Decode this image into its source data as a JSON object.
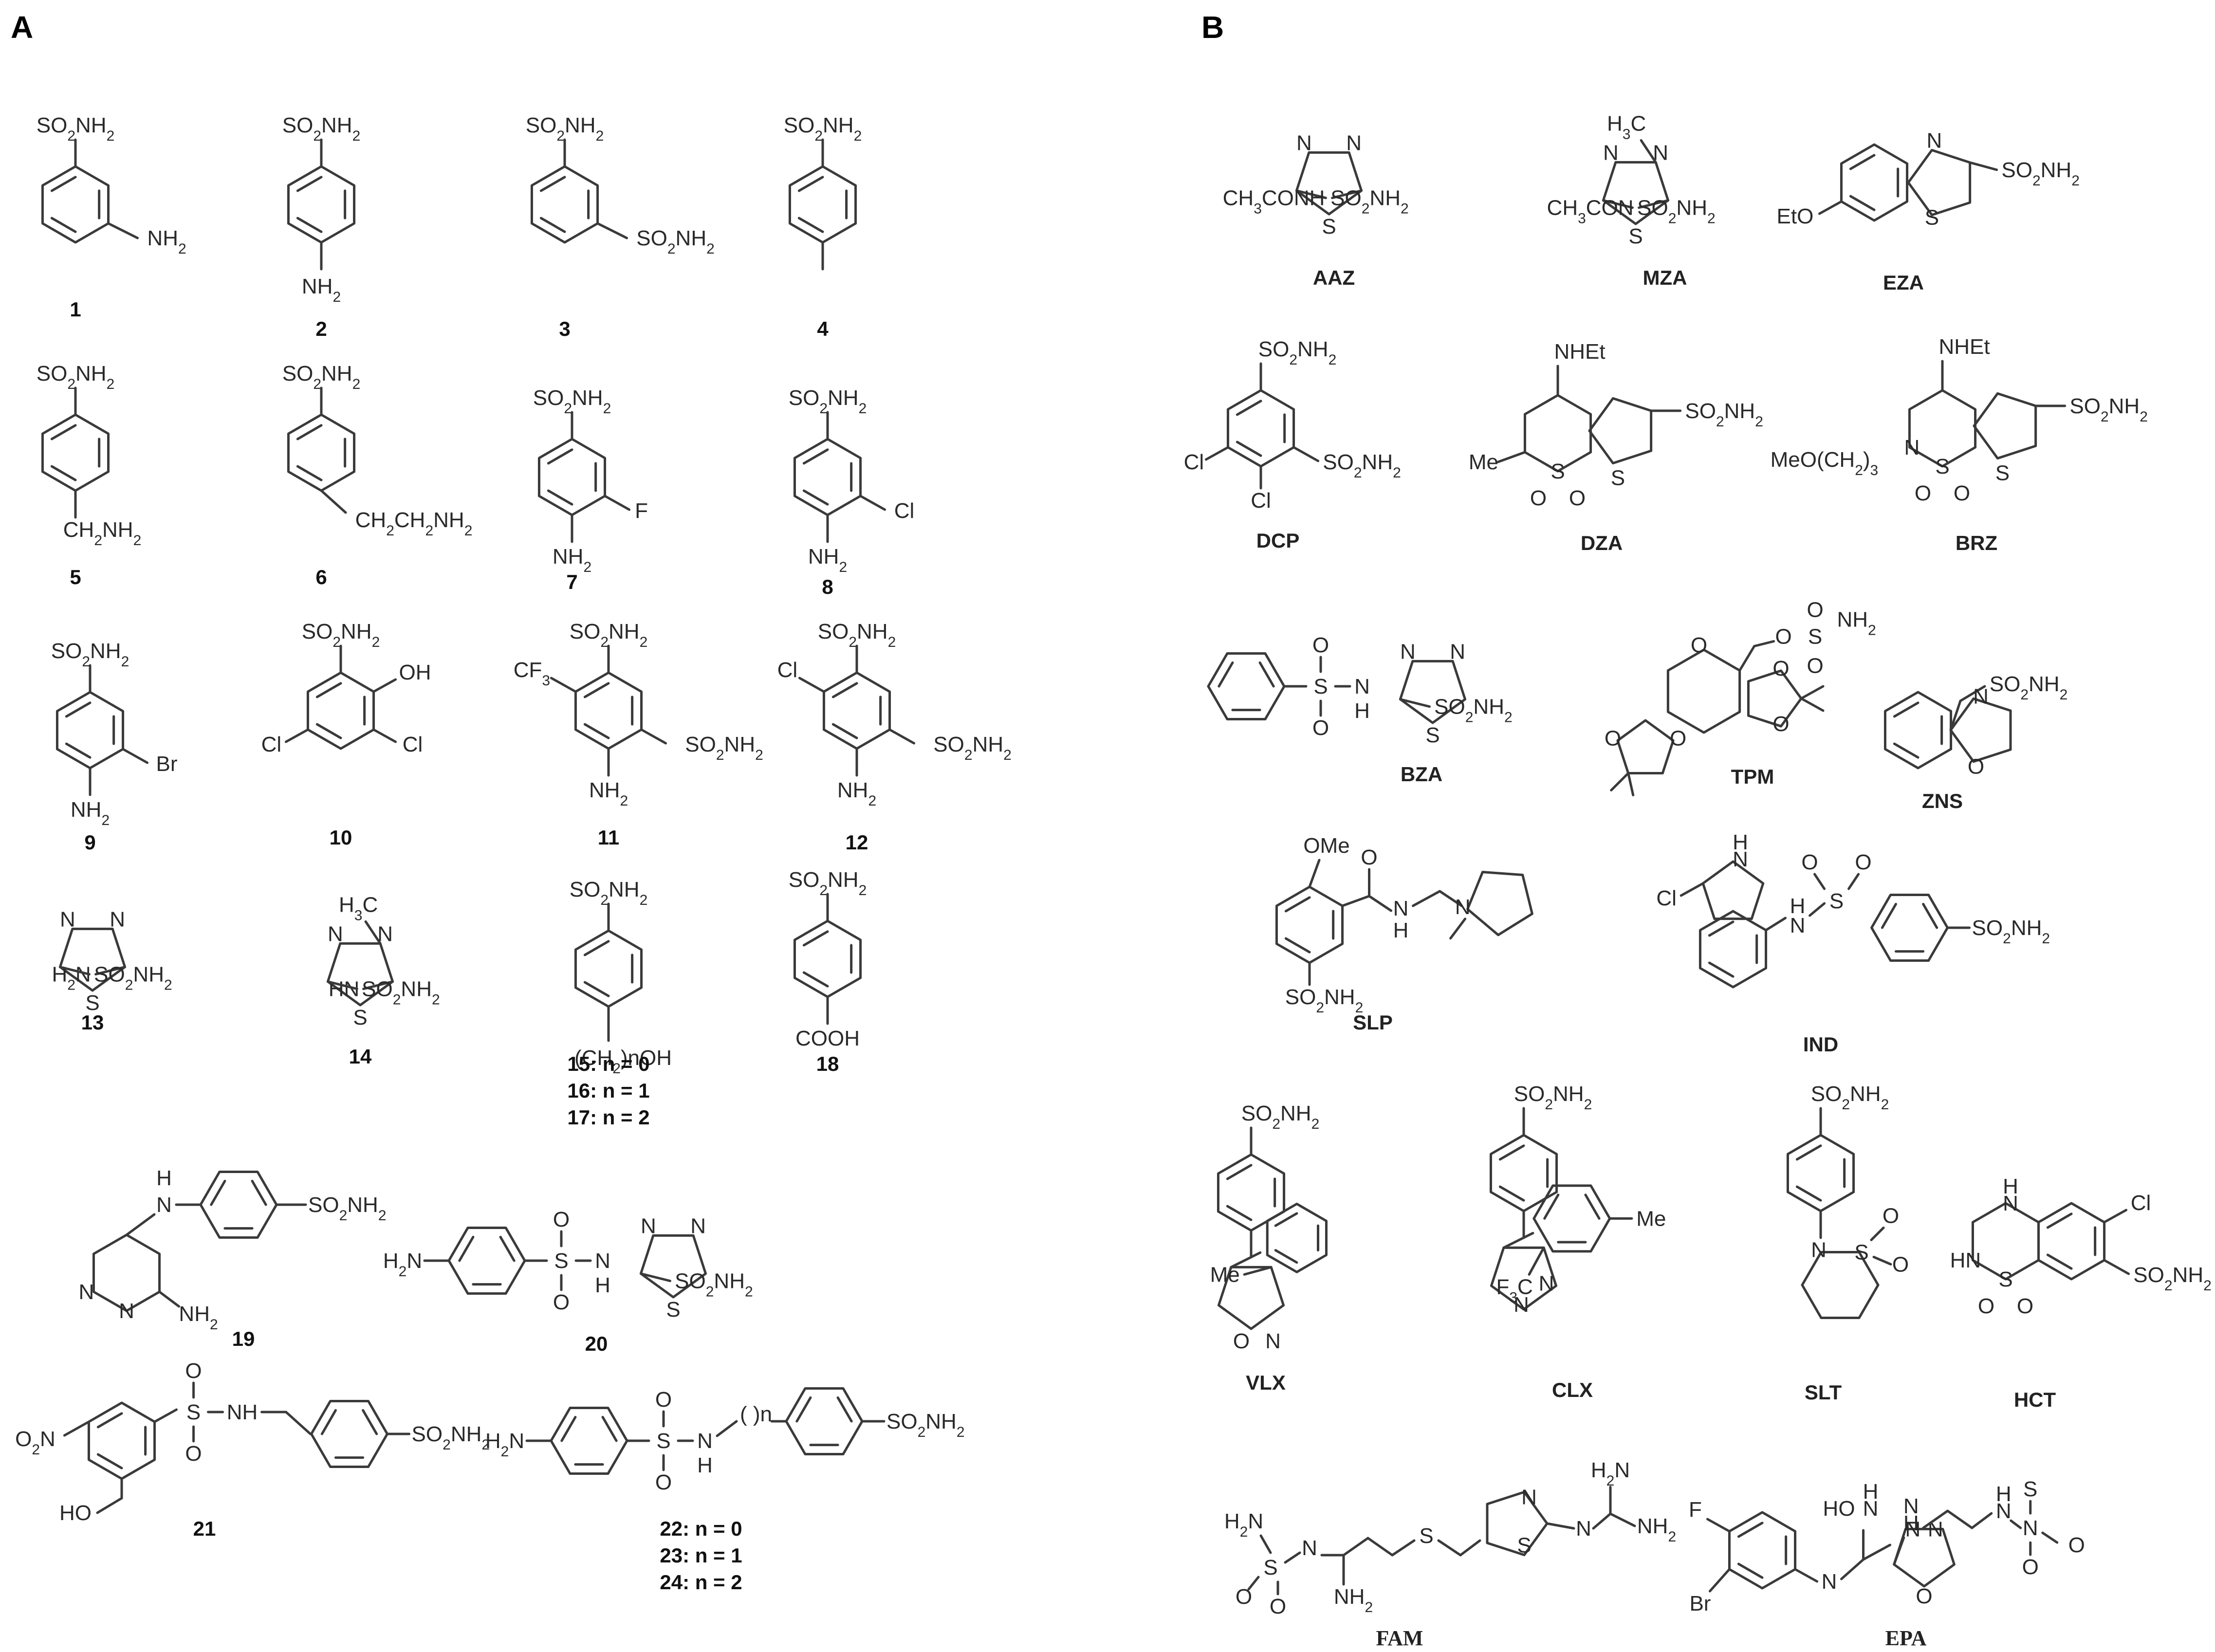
{
  "panels": {
    "a": "A",
    "b": "B"
  },
  "panel_a": {
    "compounds": [
      {
        "id": "1",
        "labels": [
          "SO2NH2",
          "NH2"
        ]
      },
      {
        "id": "2",
        "labels": [
          "SO2NH2",
          "NH2"
        ]
      },
      {
        "id": "3",
        "labels": [
          "SO2NH2",
          "SO2NH2"
        ]
      },
      {
        "id": "4",
        "labels": [
          "SO2NH2"
        ]
      },
      {
        "id": "5",
        "labels": [
          "SO2NH2",
          "CH2NH2"
        ]
      },
      {
        "id": "6",
        "labels": [
          "SO2NH2",
          "CH2CH2NH2"
        ]
      },
      {
        "id": "7",
        "labels": [
          "SO2NH2",
          "F",
          "NH2"
        ]
      },
      {
        "id": "8",
        "labels": [
          "SO2NH2",
          "Cl",
          "NH2"
        ]
      },
      {
        "id": "9",
        "labels": [
          "SO2NH2",
          "Br",
          "NH2"
        ]
      },
      {
        "id": "10",
        "labels": [
          "SO2NH2",
          "OH",
          "Cl",
          "Cl"
        ]
      },
      {
        "id": "11",
        "labels": [
          "SO2NH2",
          "CF3",
          "SO2NH2",
          "NH2"
        ]
      },
      {
        "id": "12",
        "labels": [
          "SO2NH2",
          "Cl",
          "SO2NH2",
          "NH2"
        ]
      },
      {
        "id": "13",
        "labels": [
          "N",
          "N",
          "S",
          "H2N",
          "SO2NH2"
        ]
      },
      {
        "id": "14",
        "labels": [
          "H3C",
          "N",
          "N",
          "S",
          "HN",
          "SO2NH2"
        ]
      },
      {
        "id": "15/16/17",
        "labels": [
          "SO2NH2",
          "(CH2)nOH"
        ],
        "notes": [
          "15: n = 0",
          "16: n = 1",
          "17: n = 2"
        ]
      },
      {
        "id": "18",
        "labels": [
          "SO2NH2",
          "COOH"
        ]
      },
      {
        "id": "19",
        "labels": [
          "H",
          "N",
          "SO2NH2",
          "N",
          "N",
          "NH2"
        ]
      },
      {
        "id": "20",
        "labels": [
          "H2N",
          "S",
          "O",
          "O",
          "N",
          "H",
          "N",
          "N",
          "S",
          "SO2NH2"
        ]
      },
      {
        "id": "21",
        "labels": [
          "O2N",
          "S",
          "O",
          "O",
          "NH",
          "SO2NH2",
          "HO"
        ]
      },
      {
        "id": "22/23/24",
        "labels": [
          "H2N",
          "S",
          "O",
          "O",
          "N",
          "H",
          "( )n",
          "SO2NH2"
        ],
        "notes": [
          "22: n = 0",
          "23: n = 1",
          "24: n = 2"
        ]
      }
    ]
  },
  "panel_b": {
    "compounds": [
      {
        "id": "AAZ",
        "labels": [
          "CH3CONH",
          "N",
          "N",
          "S",
          "SO2NH2"
        ]
      },
      {
        "id": "MZA",
        "labels": [
          "H3C",
          "N",
          "N",
          "CH3CON",
          "S",
          "SO2NH2"
        ]
      },
      {
        "id": "EZA",
        "labels": [
          "N",
          "EtO",
          "S",
          "SO2NH2"
        ]
      },
      {
        "id": "DCP",
        "labels": [
          "SO2NH2",
          "SO2NH2",
          "Cl",
          "Cl"
        ]
      },
      {
        "id": "DZA",
        "labels": [
          "NHEt",
          "SO2NH2",
          "Me",
          "S",
          "S",
          "O",
          "O"
        ]
      },
      {
        "id": "BRZ",
        "labels": [
          "NHEt",
          "SO2NH2",
          "MeO(CH2)3",
          "N",
          "S",
          "S",
          "O",
          "O"
        ]
      },
      {
        "id": "BZA",
        "labels": [
          "S",
          "O",
          "O",
          "N",
          "H",
          "N",
          "N",
          "S",
          "SO2NH2"
        ]
      },
      {
        "id": "TPM",
        "labels": [
          "O",
          "S",
          "O",
          "O",
          "NH2",
          "O",
          "O",
          "O",
          "O",
          "O"
        ]
      },
      {
        "id": "ZNS",
        "labels": [
          "SO2NH2",
          "N",
          "O"
        ]
      },
      {
        "id": "SLP",
        "labels": [
          "OMe",
          "O",
          "N",
          "H",
          "N",
          "SO2NH2"
        ]
      },
      {
        "id": "IND",
        "labels": [
          "H",
          "N",
          "Cl",
          "H",
          "N",
          "S",
          "O",
          "O",
          "SO2NH2"
        ]
      },
      {
        "id": "VLX",
        "labels": [
          "SO2NH2",
          "Me",
          "O",
          "N"
        ]
      },
      {
        "id": "CLX",
        "labels": [
          "SO2NH2",
          "N",
          "N",
          "Me",
          "F3C"
        ]
      },
      {
        "id": "SLT",
        "labels": [
          "SO2NH2",
          "N",
          "S",
          "O",
          "O"
        ]
      },
      {
        "id": "HCT",
        "labels": [
          "H",
          "N",
          "Cl",
          "HN",
          "S",
          "O",
          "O",
          "SO2NH2"
        ]
      },
      {
        "id": "FAM",
        "labels": [
          "H2N",
          "S",
          "O",
          "O",
          "N",
          "NH2",
          "S",
          "S",
          "N",
          "NH2",
          "H2N",
          "N"
        ]
      },
      {
        "id": "EPA",
        "labels": [
          "F",
          "HO",
          "N",
          "H",
          "N",
          "H",
          "N",
          "Br",
          "N",
          "N",
          "O",
          "N",
          "H",
          "N",
          "S",
          "O",
          "O",
          "NH2"
        ]
      }
    ]
  },
  "colors": {
    "ink": "#2a2a2a",
    "background": "#ffffff"
  }
}
